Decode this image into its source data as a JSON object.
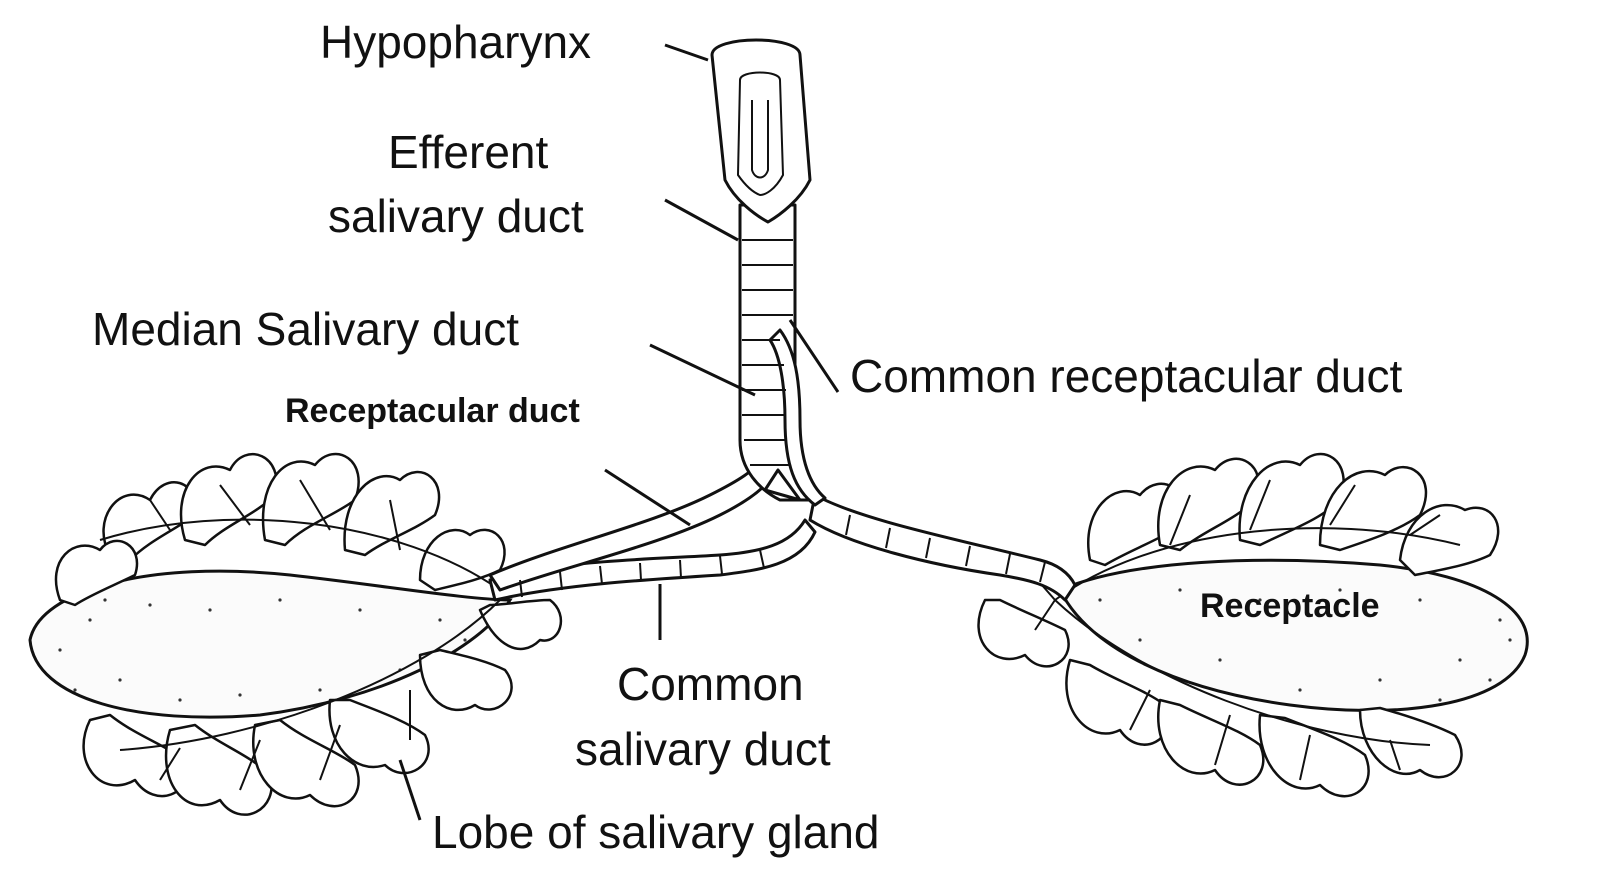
{
  "labels": {
    "hypopharynx": "Hypopharynx",
    "efferent_line1": "Efferent",
    "efferent_line2": "salivary duct",
    "median": "Median Salivary duct",
    "common_receptacular": "Common receptacular duct",
    "receptacular": "Receptacular duct",
    "receptacle": "Receptacle",
    "common_salivary_line1": "Common",
    "common_salivary_line2": "salivary duct",
    "lobe": "Lobe of salivary gland"
  }
}
